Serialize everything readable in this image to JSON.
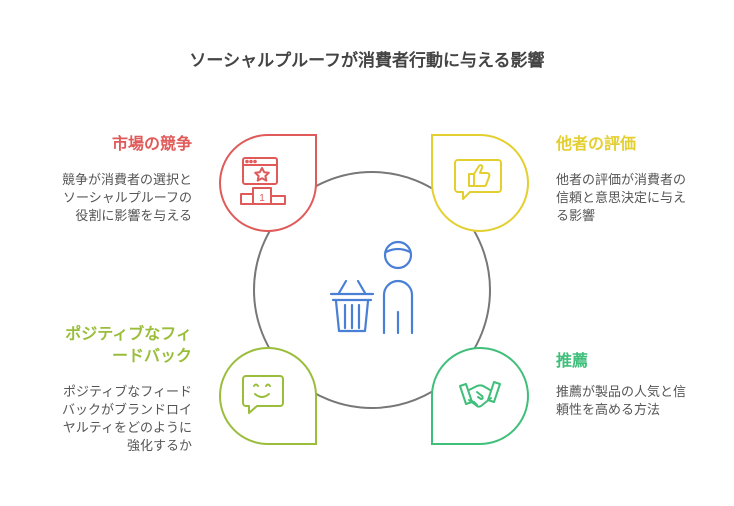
{
  "title": "ソーシャルプルーフが消費者行動に与える影響",
  "colors": {
    "red": "#e05a5a",
    "yellow": "#e3cf2f",
    "green_light": "#9bbd3c",
    "green": "#3fbf7a",
    "blue": "#4a7fd6",
    "ring": "#777777"
  },
  "sections": {
    "competition": {
      "heading": "市場の競争",
      "lines": [
        "競争が消費者の選択と",
        "ソーシャルプルーフの",
        "役割に影響を与える"
      ]
    },
    "evaluation": {
      "heading": "他者の評価",
      "lines": [
        "他者の評価が消費者の",
        "信頼と意思決定に与え",
        "る影響"
      ]
    },
    "feedback": {
      "heading_lines": [
        "ポジティブなフィ",
        "ードバック"
      ],
      "lines": [
        "ポジティブなフィード",
        "バックがブランドロイ",
        "ヤルティをどのように",
        "強化するか"
      ]
    },
    "recommendation": {
      "heading": "推薦",
      "lines": [
        "推薦が製品の人気と信",
        "頼性を高める方法"
      ]
    },
    "podium_number": "1"
  }
}
